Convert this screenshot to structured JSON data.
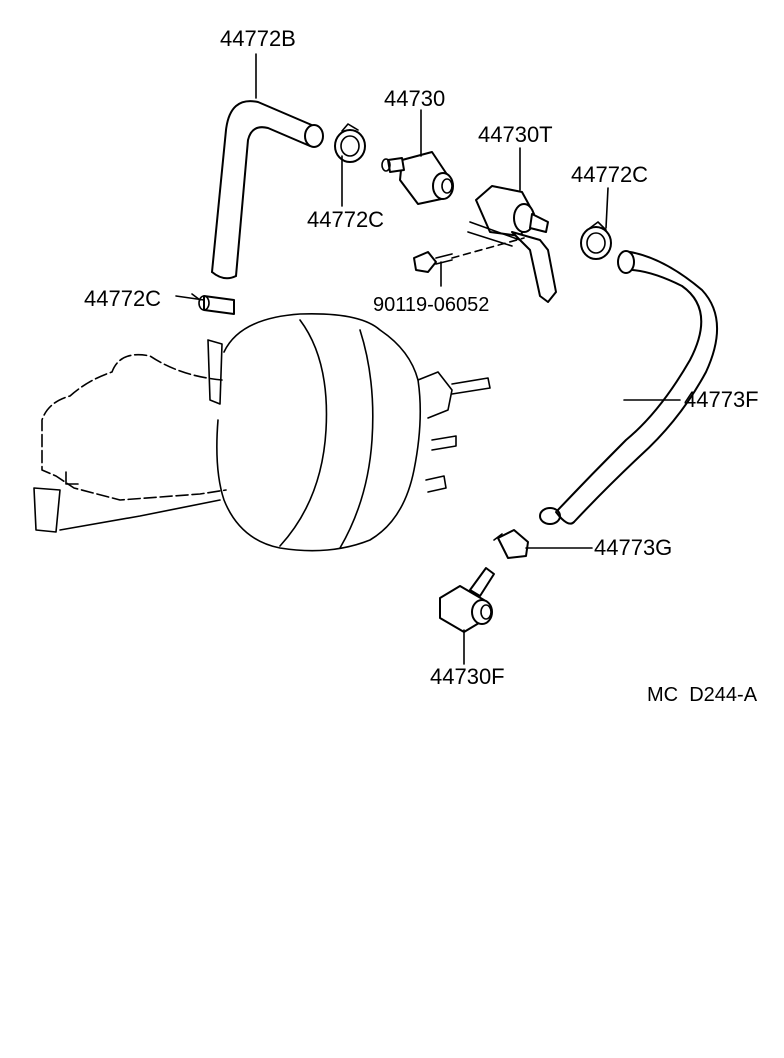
{
  "diagram": {
    "parts": {
      "hose_upper": "44772B",
      "vsv": "44730",
      "vsv_with_bracket": "44730T",
      "clip_right": "44772C",
      "clip_mid": "44772C",
      "clip_left": "44772C",
      "bolt": "90119-06052",
      "hose_lower": "44773F",
      "clamp_lower": "44773G",
      "check_valve": "44730F"
    },
    "drawing_code": "MC  D244-A"
  }
}
